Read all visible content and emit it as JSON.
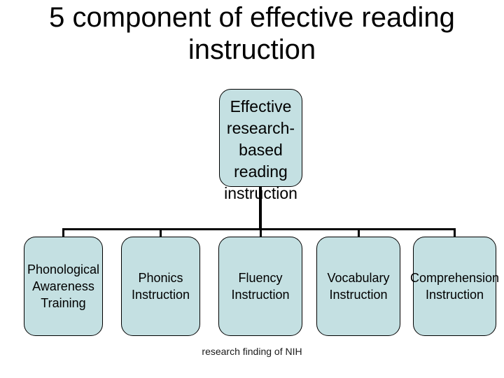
{
  "slide": {
    "title": "5 component of effective reading\ninstruction",
    "footer": "research finding of NIH"
  },
  "diagram": {
    "type": "org-chart",
    "root": {
      "label": "Effective\nresearch-based\nreading instruction"
    },
    "children": [
      {
        "label": "Phonological\nAwareness\nTraining"
      },
      {
        "label": "Phonics\nInstruction"
      },
      {
        "label": "Fluency\nInstruction"
      },
      {
        "label": "Vocabulary\nInstruction"
      },
      {
        "label": "Comprehension\nInstruction"
      }
    ]
  },
  "colors": {
    "node_fill": "#c4e0e2",
    "node_border": "#000000",
    "connector": "#000000",
    "text": "#000000",
    "background": "#ffffff"
  }
}
